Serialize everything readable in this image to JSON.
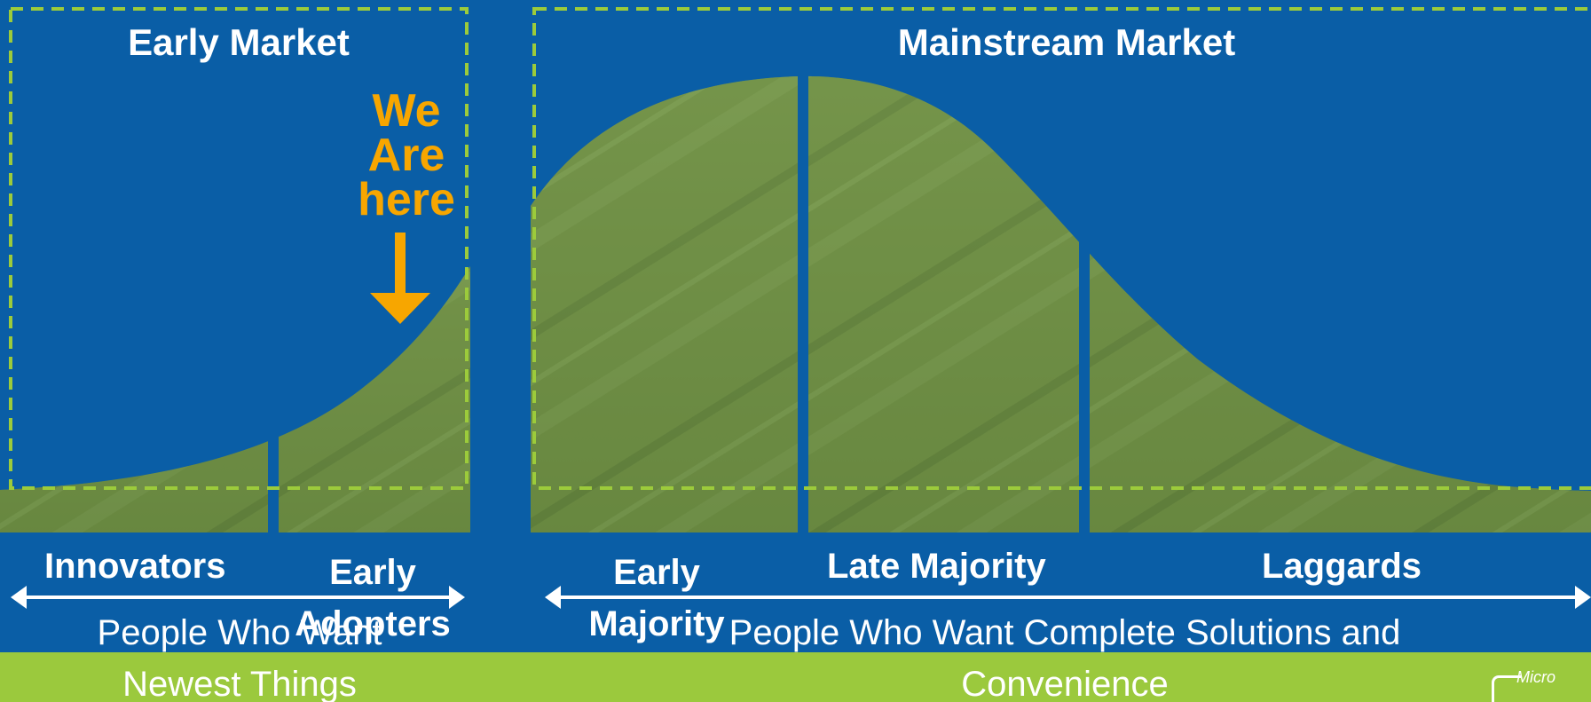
{
  "early_market": {
    "title": "Early Market",
    "callout": [
      "We",
      "Are",
      "here"
    ],
    "segments": [
      "Innovators",
      "Early Adopters"
    ],
    "people_label": "People Who Want Newest Things"
  },
  "mainstream_market": {
    "title": "Mainstream Market",
    "segments": [
      "Early Majority",
      "Late Majority",
      "Laggards"
    ],
    "people_label": "People Who Want Complete Solutions and Convenience"
  },
  "colors": {
    "background": "#0a5ea6",
    "curve_fill": "#6f8f45",
    "dashed_border": "#9ccb3b",
    "callout": "#f7a600",
    "footer_band": "#9bc93d",
    "text": "#ffffff"
  },
  "logo": {
    "fragment_text": "Micro"
  }
}
